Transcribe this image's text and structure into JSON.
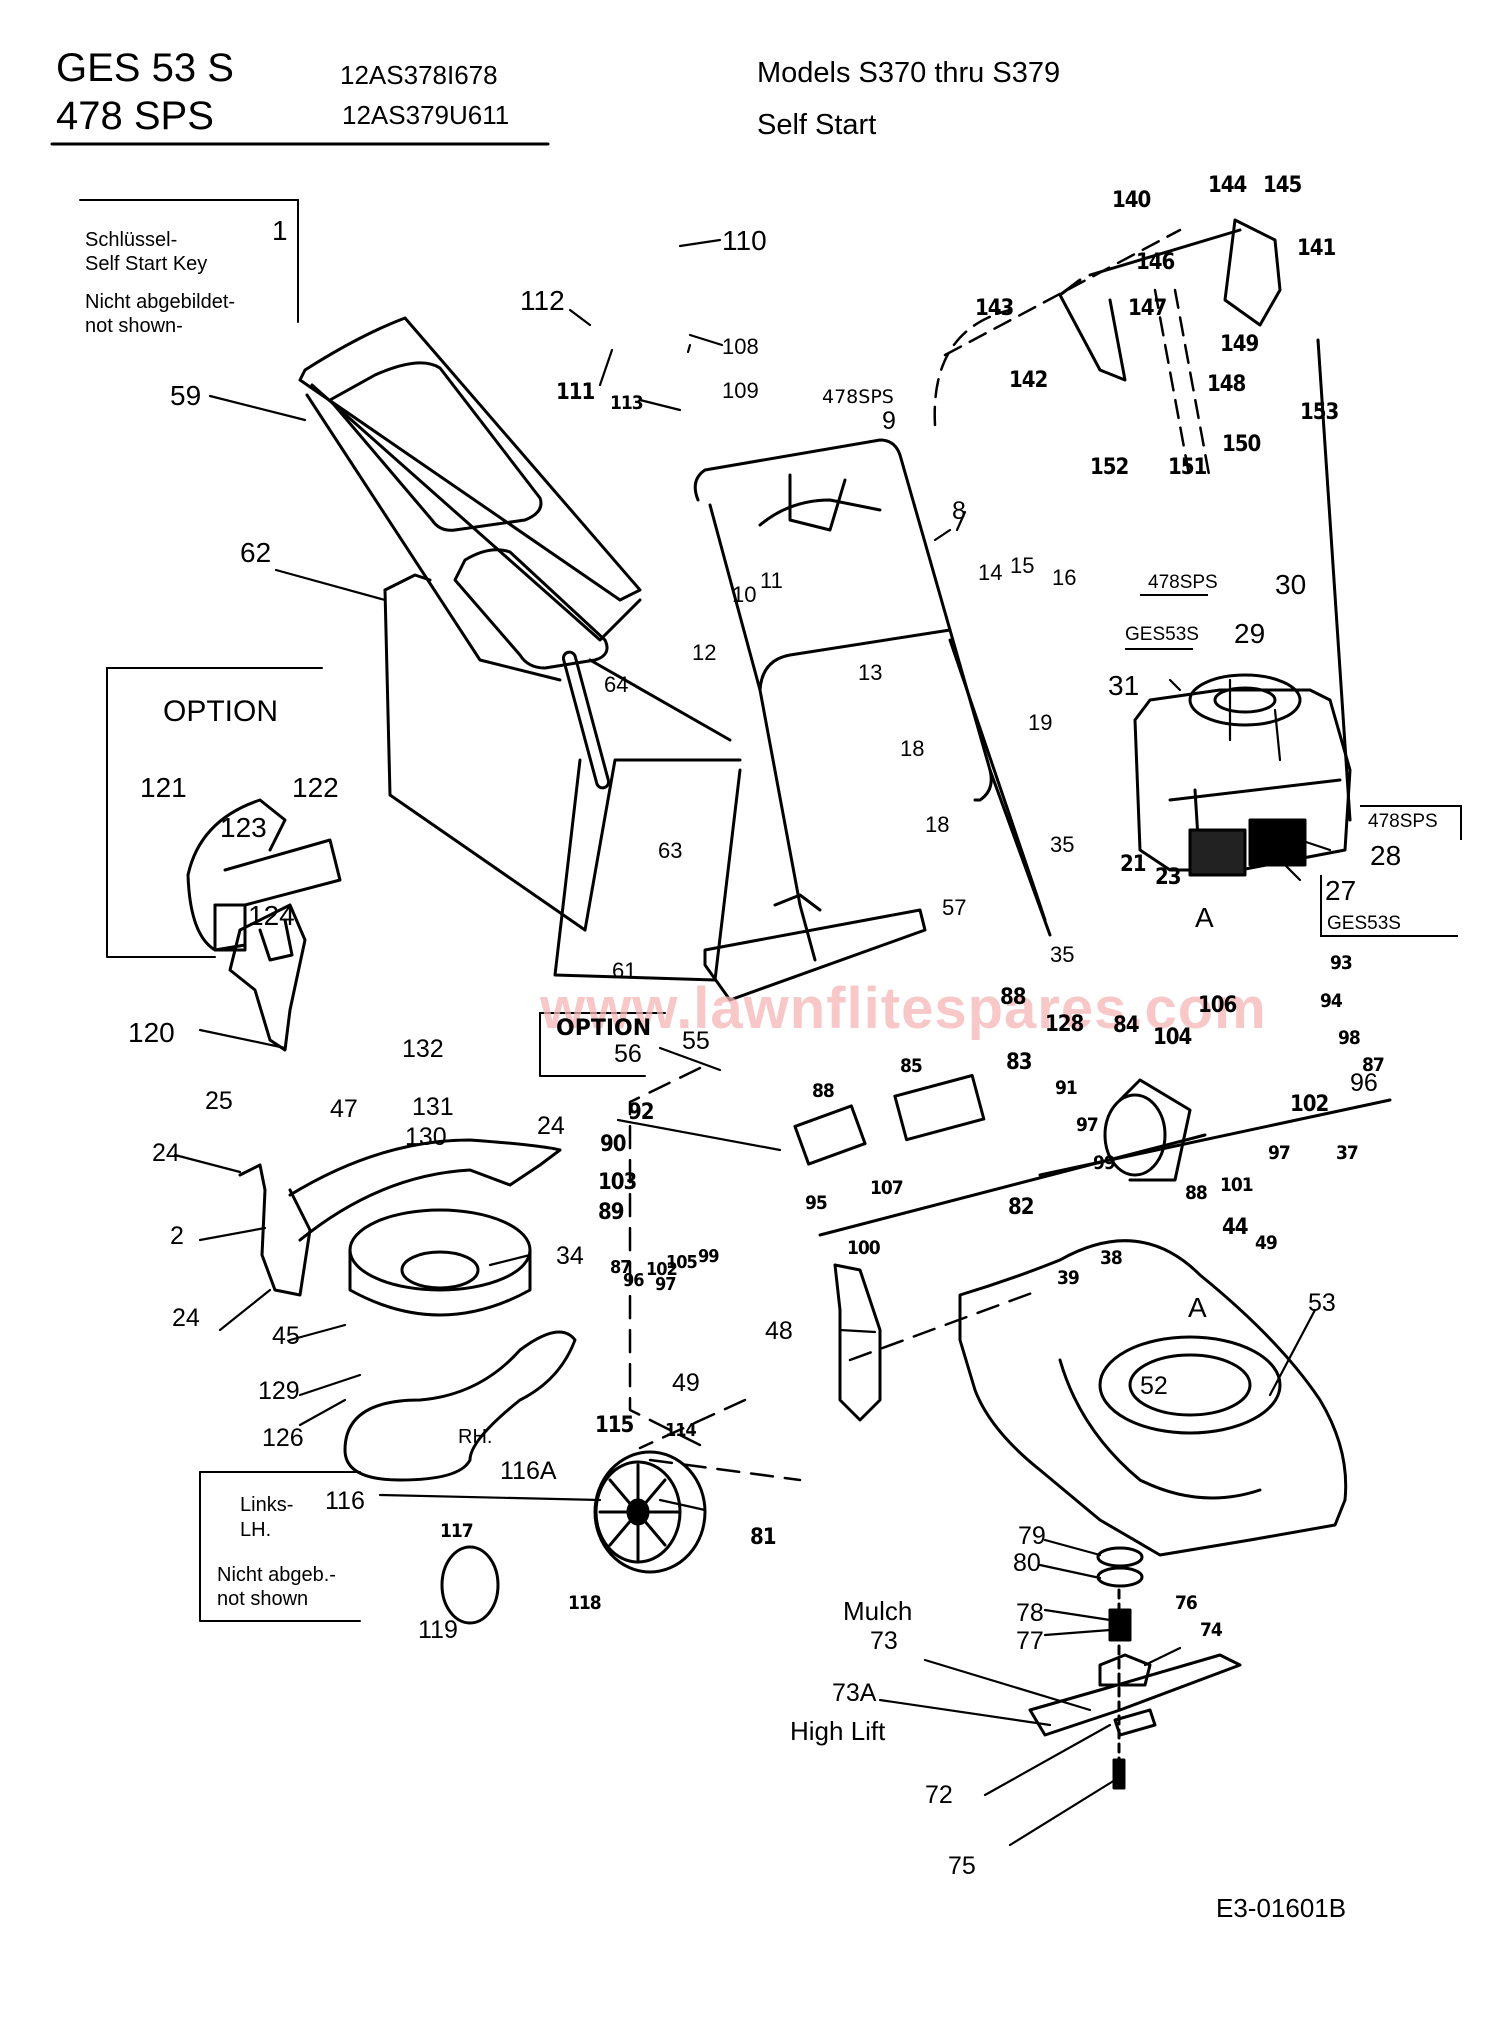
{
  "header": {
    "model_line1": "GES 53 S",
    "model_line2": "478 SPS",
    "part_no_1": "12AS378I678",
    "part_no_2": "12AS379U611",
    "models_range": "Models S370  thru  S379",
    "subtitle": "Self Start"
  },
  "notes": {
    "key_box": {
      "item_no": "1",
      "line1": "Schlüssel-",
      "line2": "Self Start Key",
      "line3": "Nicht abgebildet-",
      "line4": "not shown-"
    },
    "option_box_left": "OPTION",
    "option_box_center": "OPTION",
    "wheel_box": {
      "line1": "Links-",
      "line2": "LH.",
      "line3": "Nicht abgeb.-",
      "line4": "not shown"
    },
    "rh_label": "RH.",
    "variant_478_top": "478SPS",
    "variant_478_engine": "478SPS",
    "variant_ges_engine": "GES53S",
    "variant_478_right": "478SPS",
    "variant_ges_right": "GES53S",
    "blade_mulch": "Mulch",
    "blade_high_lift": "High Lift",
    "ref_a_engine": "A",
    "ref_a_deck": "A",
    "drawing_number": "E3-01601B",
    "watermark": "www.lawnflitespares.com"
  },
  "callouts": [
    "110",
    "112",
    "108",
    "111",
    "113",
    "109",
    "59",
    "62",
    "140",
    "144",
    "145",
    "141",
    "146",
    "143",
    "147",
    "149",
    "148",
    "142",
    "153",
    "152",
    "151",
    "150",
    "9",
    "8",
    "10",
    "11",
    "12",
    "14",
    "15",
    "16",
    "13",
    "18",
    "19",
    "18",
    "35",
    "35",
    "57",
    "30",
    "29",
    "31",
    "21",
    "23",
    "28",
    "27",
    "121",
    "122",
    "123",
    "124",
    "64",
    "63",
    "61",
    "120",
    "132",
    "131",
    "130",
    "25",
    "47",
    "24",
    "24",
    "2",
    "24",
    "34",
    "45",
    "129",
    "126",
    "55",
    "56",
    "88",
    "128",
    "85",
    "83",
    "91",
    "84",
    "104",
    "106",
    "93",
    "94",
    "98",
    "87",
    "96",
    "102",
    "97",
    "37",
    "92",
    "90",
    "88",
    "103",
    "89",
    "95",
    "107",
    "82",
    "99",
    "97",
    "88",
    "101",
    "100",
    "87",
    "102",
    "96",
    "97",
    "105",
    "99",
    "39",
    "38",
    "44",
    "49",
    "48",
    "49",
    "53",
    "52",
    "115",
    "114",
    "116A",
    "116",
    "117",
    "118",
    "119",
    "81",
    "79",
    "80",
    "78",
    "76",
    "77",
    "74",
    "73",
    "73A",
    "72",
    "75"
  ]
}
